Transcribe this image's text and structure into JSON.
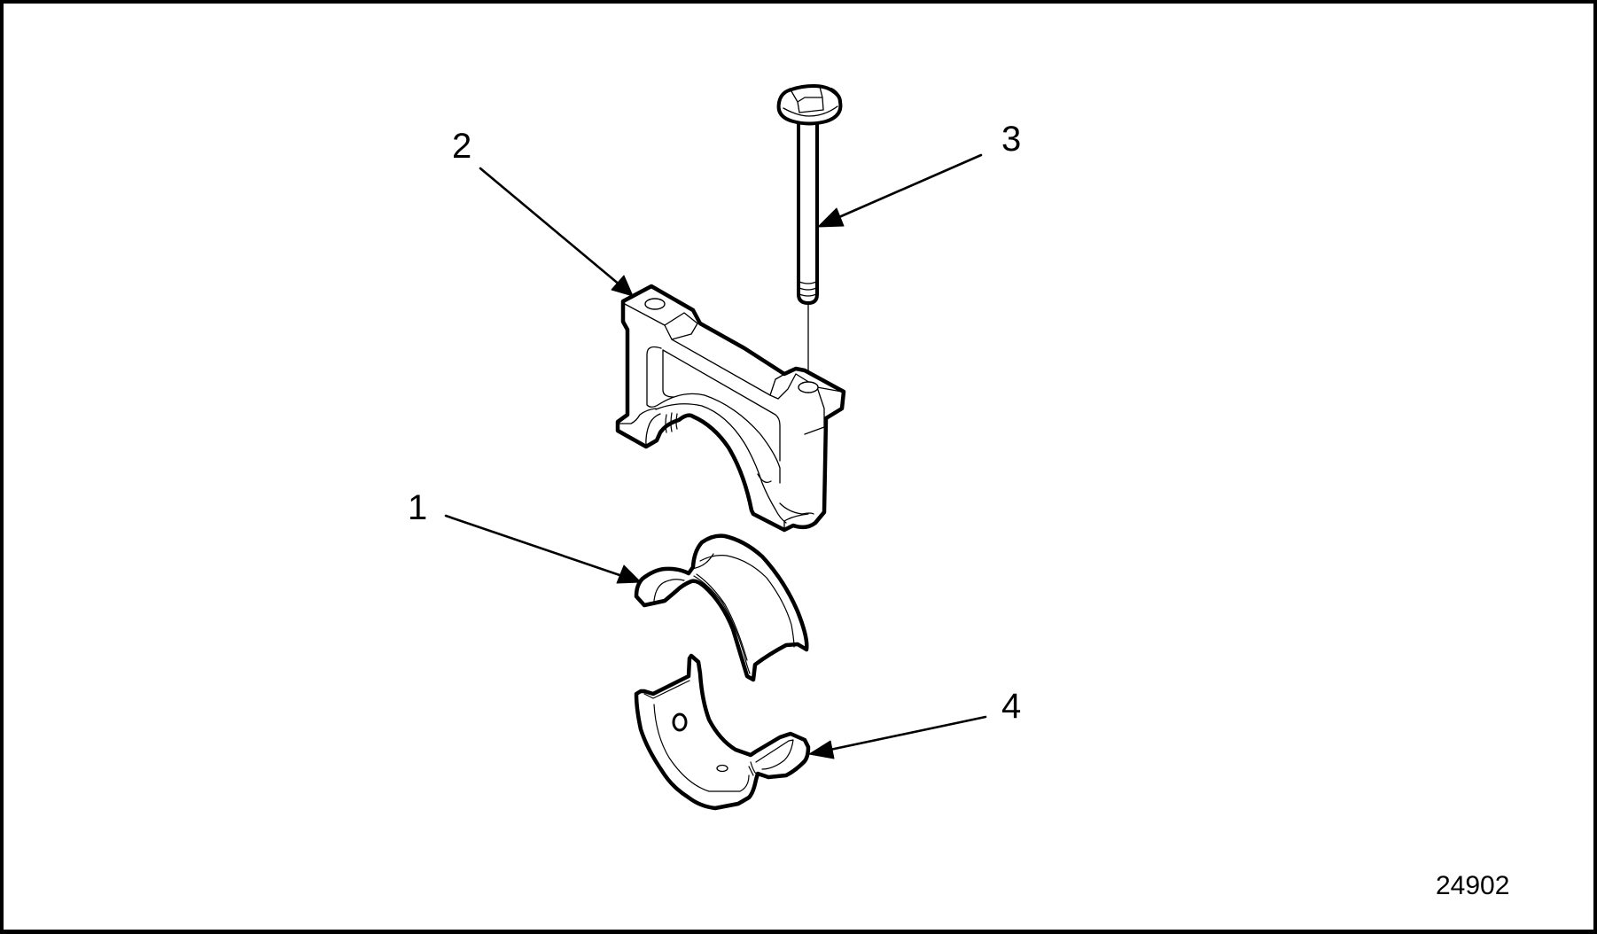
{
  "diagram": {
    "type": "exploded-view illustration",
    "figure_number": "24902",
    "colors": {
      "line": "#000000",
      "background": "#ffffff"
    },
    "callouts": [
      {
        "number": "1",
        "part": "upper bearing shell (with thrust flange)"
      },
      {
        "number": "2",
        "part": "bearing cap"
      },
      {
        "number": "3",
        "part": "cap bolt"
      },
      {
        "number": "4",
        "part": "lower bearing shell (with thrust flange)"
      }
    ]
  }
}
